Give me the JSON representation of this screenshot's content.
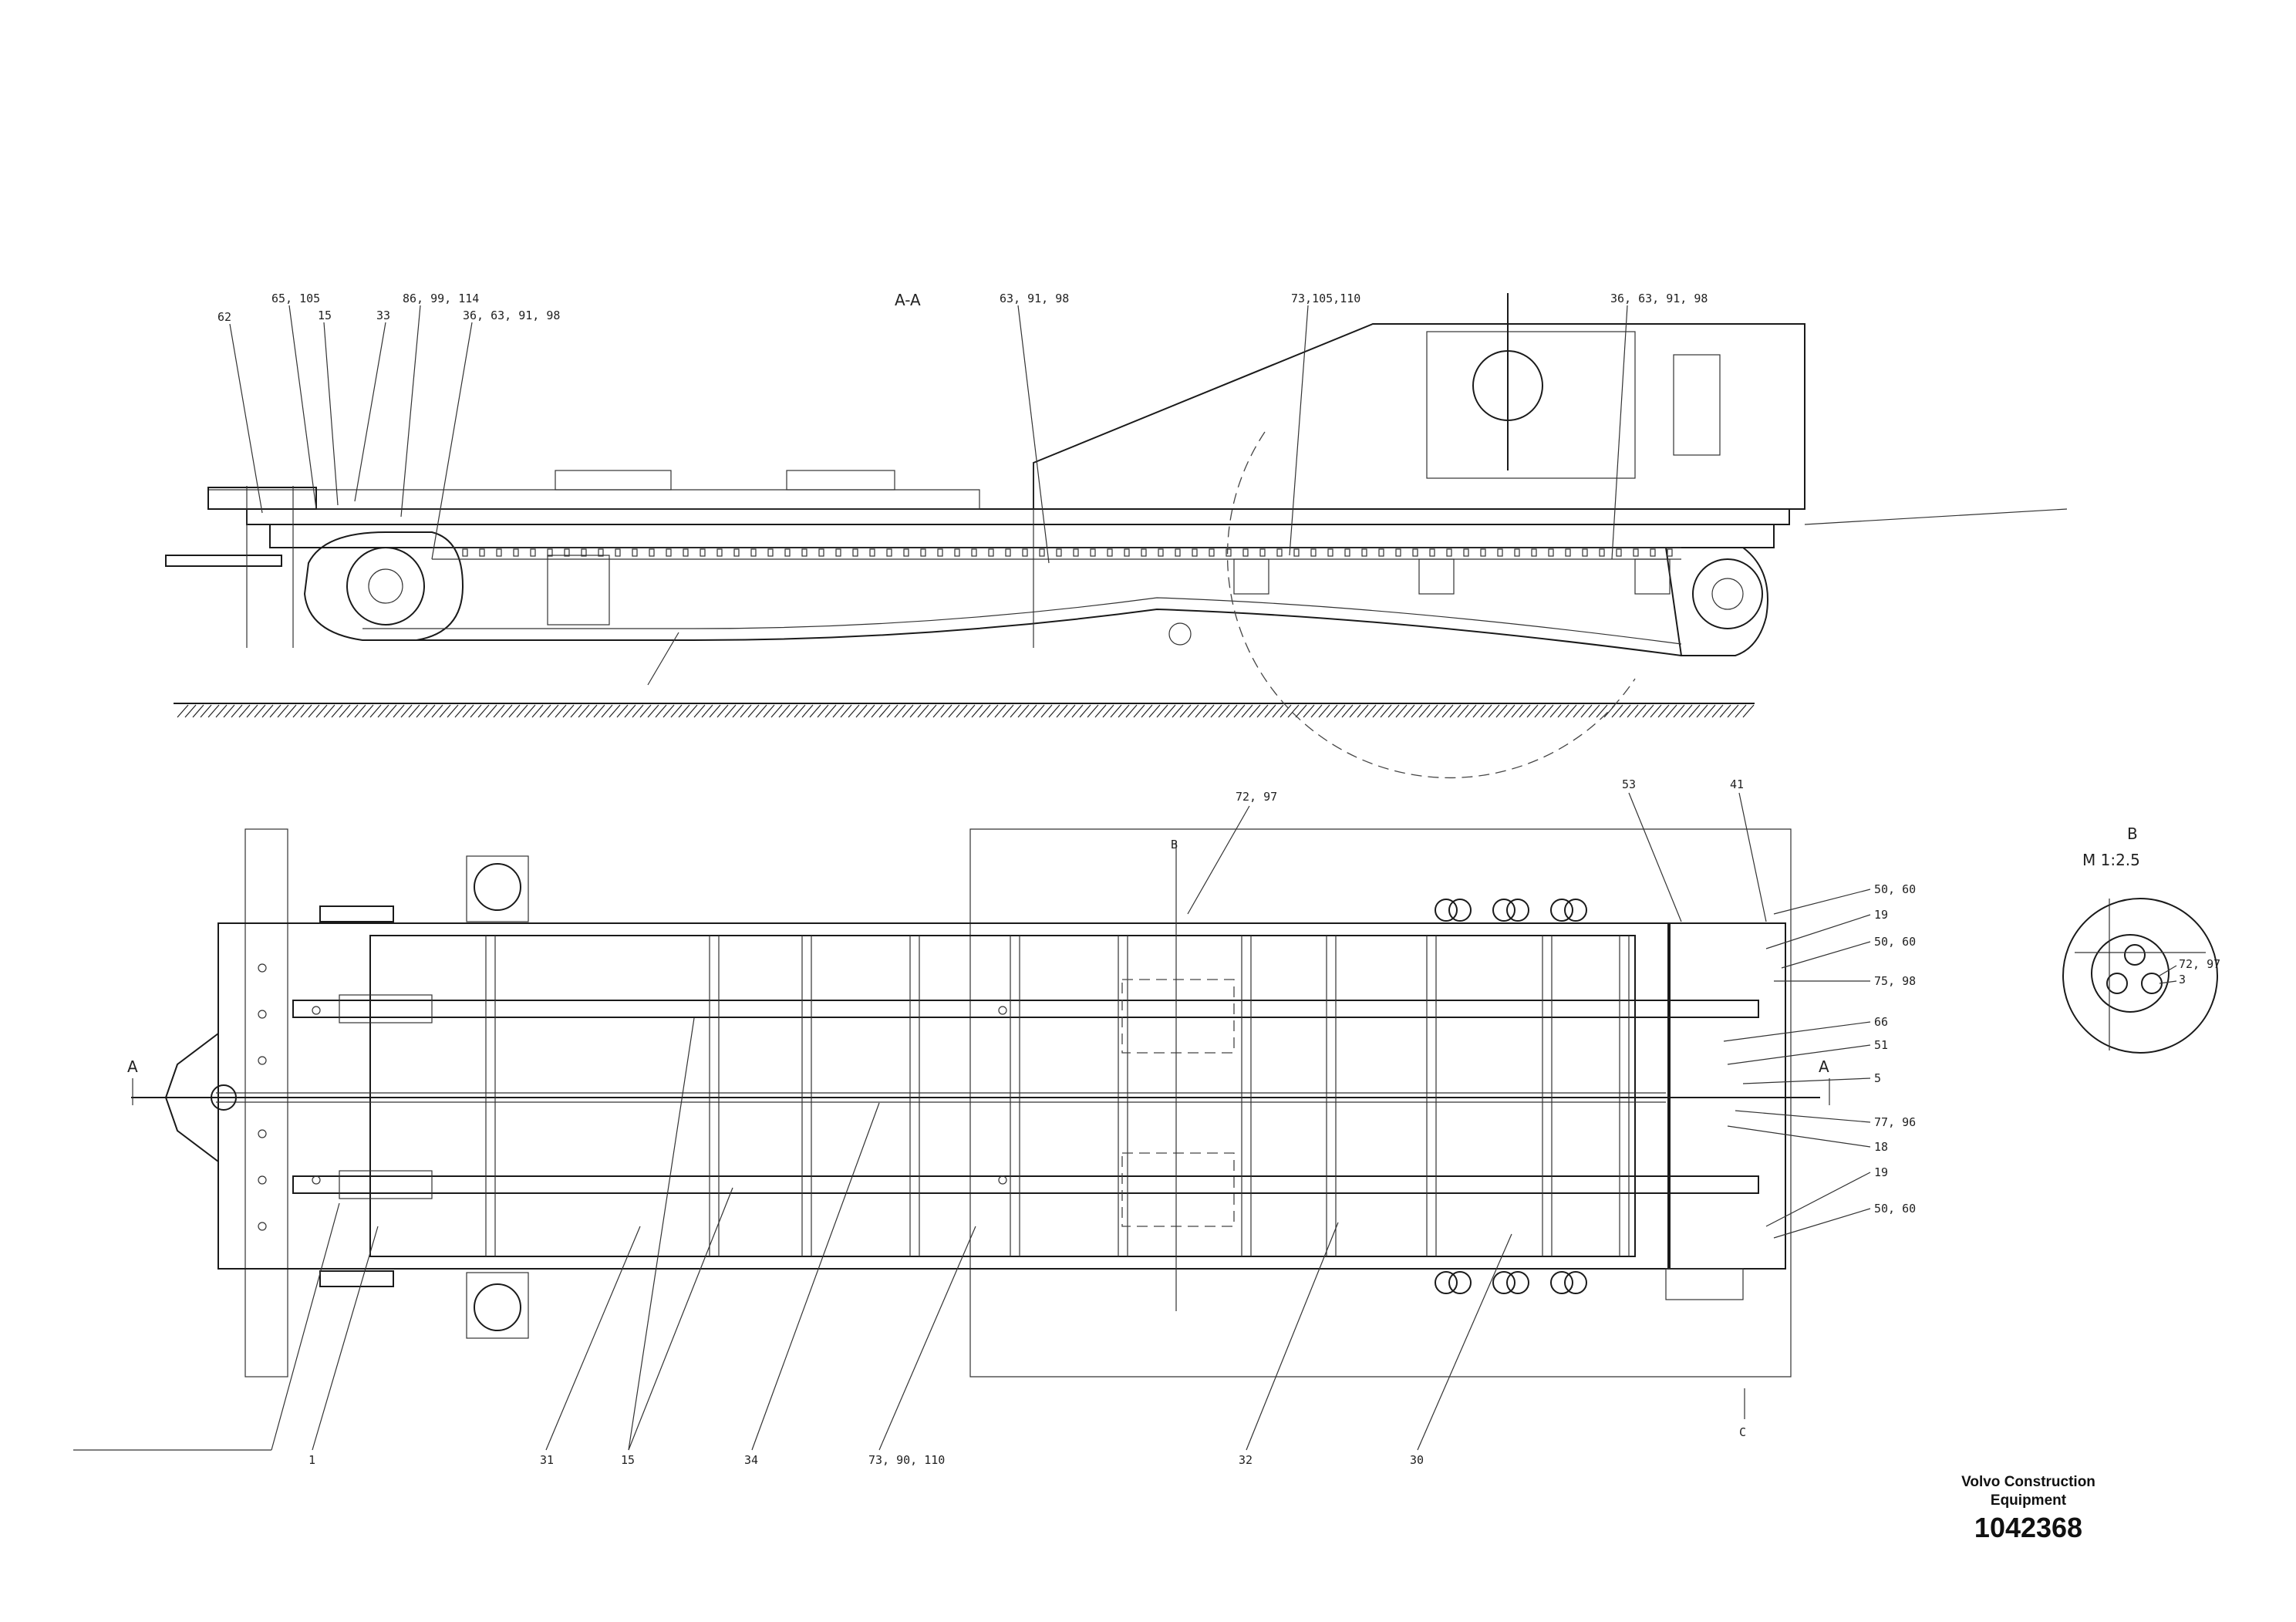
{
  "side_view": {
    "section_label": "A-A",
    "callouts": [
      "62",
      "65, 105",
      "15",
      "33",
      "86, 99, 114",
      "36, 63, 91, 98",
      "63, 91, 98",
      "73,105,110",
      "36, 63, 91, 98"
    ]
  },
  "plan_view": {
    "section_marks": [
      "A",
      "A",
      "B",
      "C"
    ],
    "callouts_top": [
      "72, 97",
      "53",
      "41"
    ],
    "callouts_right": [
      "50, 60",
      "19",
      "50, 60",
      "75, 98",
      "66",
      "51",
      "5",
      "77, 96",
      "18",
      "19",
      "50, 60"
    ],
    "callouts_bottom": [
      "1",
      "31",
      "15",
      "34",
      "73, 90, 110",
      "32",
      "30"
    ]
  },
  "detail_view": {
    "label": "B",
    "scale": "M 1:2.5",
    "callouts": [
      "72, 97",
      "3"
    ]
  },
  "title_block": {
    "company_line1": "Volvo Construction",
    "company_line2": "Equipment",
    "drawing_number": "1042368"
  }
}
